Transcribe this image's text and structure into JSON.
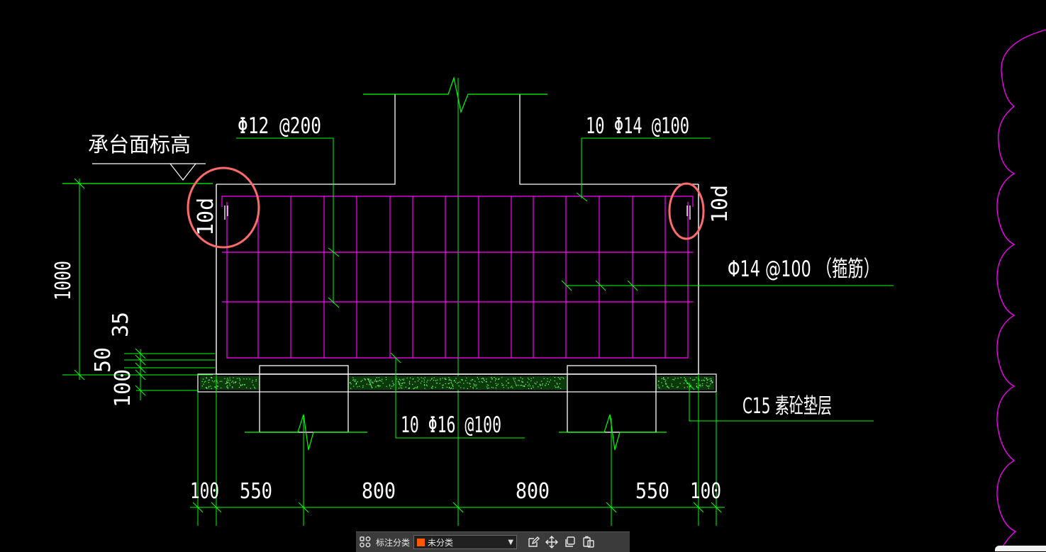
{
  "drawing": {
    "labels": {
      "elevation": "承台面标高",
      "top_bar": "Φ12 @200",
      "top_main_bar": "10 Φ14 @100",
      "stirrup_bar": "Φ14 @100 （箍筋）",
      "bottom_bar": "10 Φ16 @100",
      "cushion": "C15 素砼垫层",
      "anchor_left": "10d",
      "anchor_right": "10d"
    },
    "dims_vertical": {
      "height": "1000",
      "d35": "35",
      "d50": "50",
      "d100": "100"
    },
    "dims_bottom": [
      "100",
      "550",
      "800",
      "800",
      "550",
      "100"
    ],
    "colors": {
      "line": "#00ff00",
      "outline": "#ffffff",
      "rebar": "#ff00ff",
      "highlight": "#ff6b6b"
    }
  },
  "toolbar": {
    "category_label": "标注分类",
    "category_value": "未分类",
    "swatch_color": "#ff5a00"
  }
}
